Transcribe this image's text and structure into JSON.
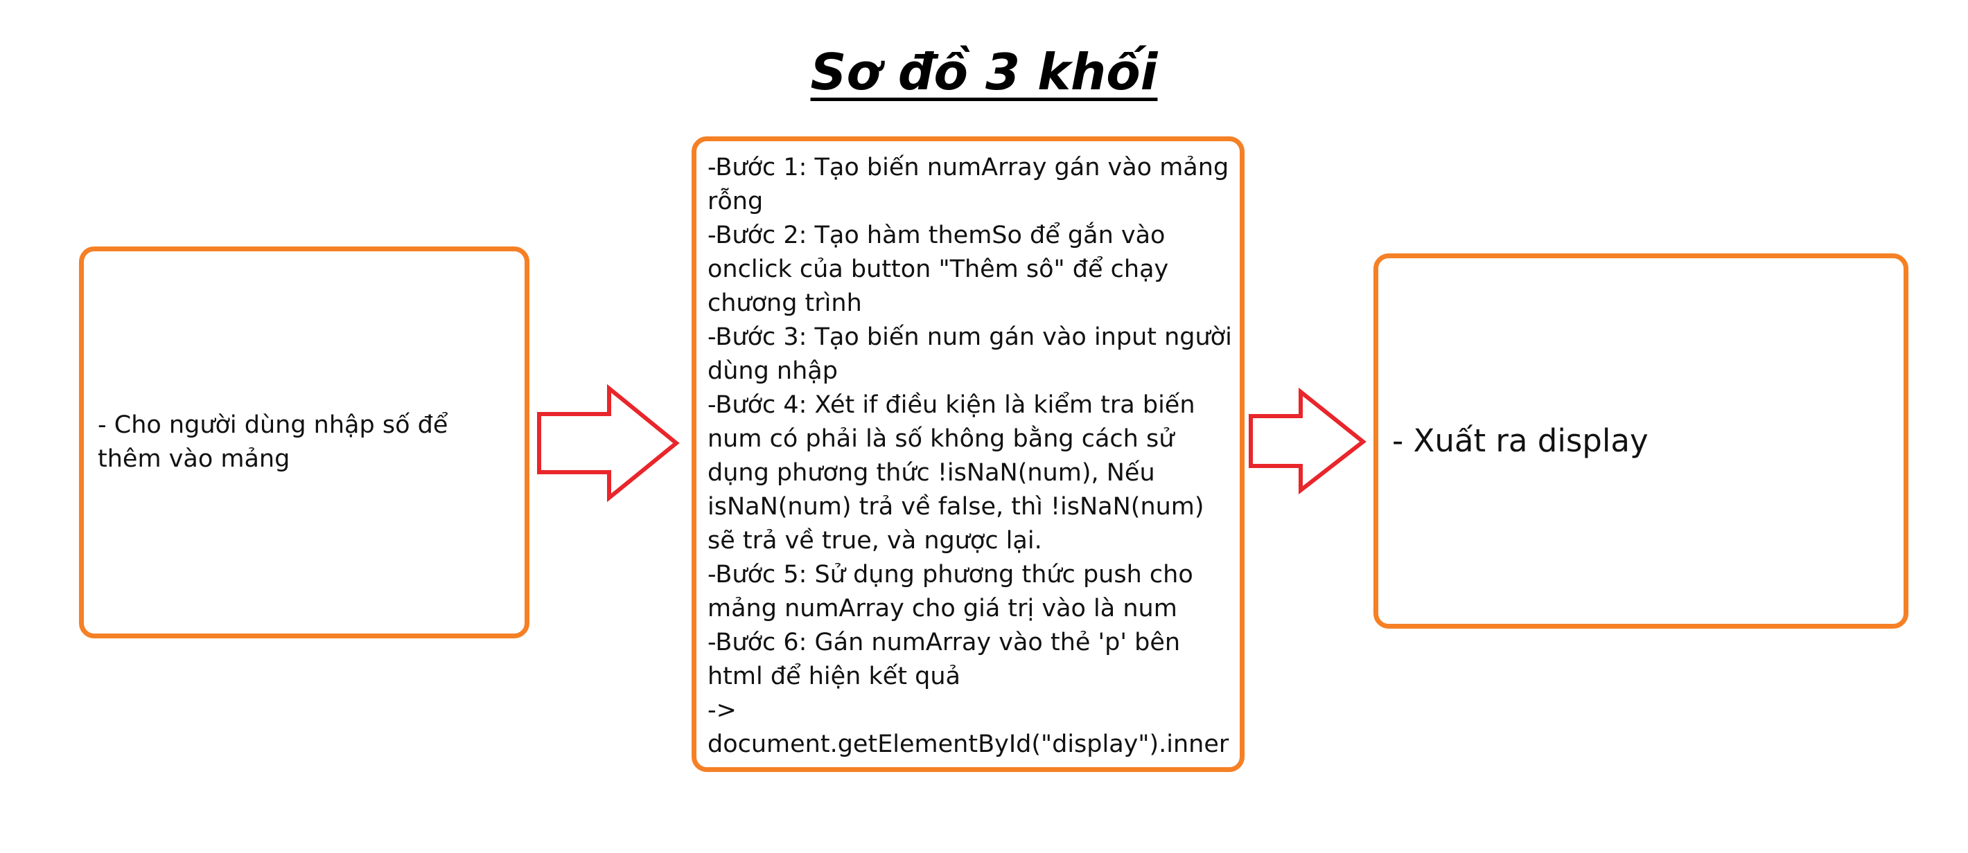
{
  "title": "Sơ đồ 3 khối",
  "colors": {
    "box_border": "#F58025",
    "arrow_stroke": "#E8262B",
    "background": "#FFFFFF"
  },
  "blocks": {
    "input": {
      "text": "- Cho người dùng nhập số để thêm vào mảng"
    },
    "process": {
      "steps": [
        "-Bước 1: Tạo biến numArray gán vào mảng rỗng",
        "-Bước 2: Tạo hàm themSo để gắn vào onclick của button \"Thêm sô\" để chạy chương trình",
        "-Bước 3: Tạo biến num gán vào input người dùng nhập",
        "-Bước 4: Xét if điều kiện là kiểm tra biến num có phải là số không bằng cách sử dụng phương thức !isNaN(num), Nếu isNaN(num) trả về false, thì !isNaN(num) sẽ trả về true, và ngược lại.",
        "-Bước 5: Sử dụng phương thức push cho mảng numArray cho giá trị vào là num",
        "-Bước 6: Gán numArray vào thẻ 'p' bên html để hiện kết quả",
        "->",
        "document.getElementById(\"display\").innerHTML = \"Số được thêm ☞ \" + numArray"
      ]
    },
    "output": {
      "text": "- Xuất ra display"
    }
  },
  "arrows": [
    {
      "from": "input",
      "to": "process"
    },
    {
      "from": "process",
      "to": "output"
    }
  ]
}
